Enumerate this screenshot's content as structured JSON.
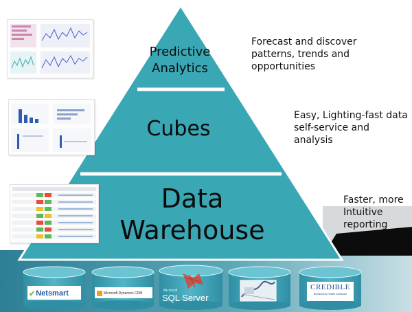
{
  "pyramid": {
    "levels": [
      {
        "label": "Predictive Analytics",
        "description": "Forecast and discover patterns, trends and opportunities"
      },
      {
        "label": "Cubes",
        "description": "Easy, Lighting-fast data self-service and analysis"
      },
      {
        "label": "Data Warehouse",
        "description": "Faster, more Intuitive reporting"
      }
    ]
  },
  "sources": {
    "netsmart": "Netsmart",
    "dynamics": "Microsoft Dynamics CRM",
    "sql_small": "Microsoft",
    "sql_big": "SQL Server",
    "credible": "CREDIBLE",
    "credible_sub": "Behavioral Health Software"
  },
  "colors": {
    "pyramid": "#3aa7b5",
    "pyramid_edge": "#ffffff",
    "cylinder": "#43a8bb",
    "base": "#4b94a6"
  }
}
